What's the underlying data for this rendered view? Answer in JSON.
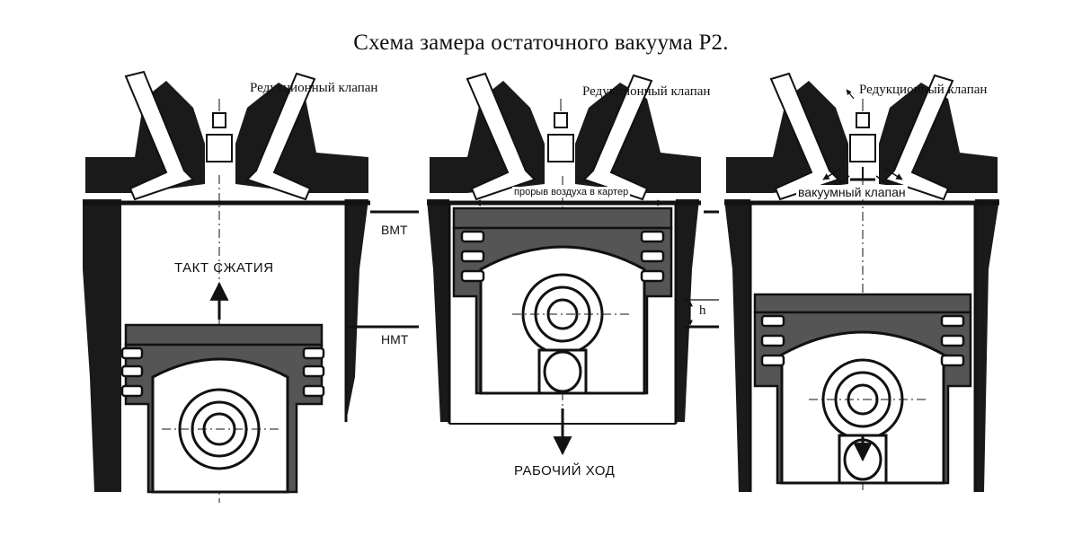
{
  "title": "Схема замера остаточного вакуума Р2.",
  "panels": [
    {
      "id": "compression",
      "valve_label": "Редукционный клапан",
      "stroke_label": "ТАКТ СЖАТИЯ"
    },
    {
      "id": "power",
      "valve_label": "Редукционный клапан",
      "leak_label": "прорыв воздуха в картер",
      "stroke_label": "РАБОЧИЙ ХОД"
    },
    {
      "id": "vacuum",
      "valve_label": "Редукционный клапан",
      "vacuum_valve_label": "вакуумный клапан"
    }
  ],
  "markers": {
    "tdc": "ВМТ",
    "bdc": "НМТ",
    "height": "h"
  }
}
